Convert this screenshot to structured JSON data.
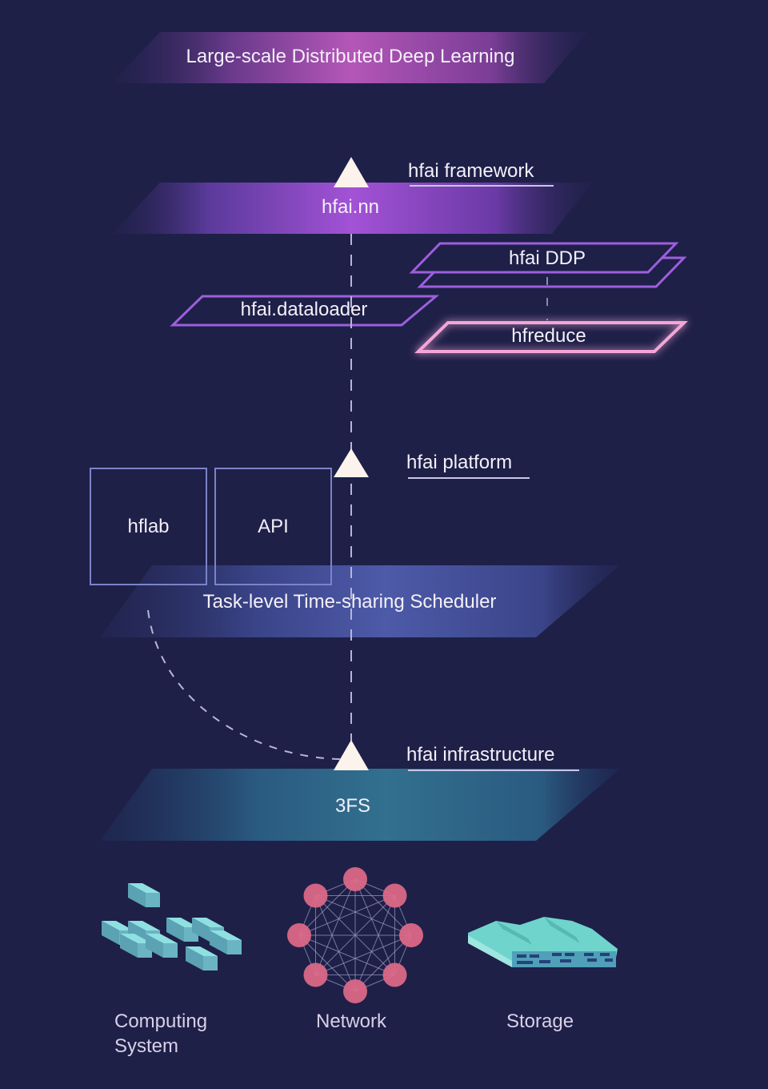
{
  "title": "Large-scale Distributed Deep Learning",
  "framework": {
    "section_label": "hfai framework",
    "main_layer": "hfai.nn",
    "components": {
      "ddp": "hfai DDP",
      "dataloader": "hfai.dataloader",
      "reduce": "hfreduce"
    }
  },
  "platform": {
    "section_label": "hfai platform",
    "boxes": [
      "hflab",
      "API"
    ],
    "scheduler": "Task-level Time-sharing Scheduler"
  },
  "infrastructure": {
    "section_label": "hfai infrastructure",
    "filesystem": "3FS"
  },
  "hardware": [
    {
      "label_line1": "Computing",
      "label_line2": "System",
      "icon": "server-blocks-icon"
    },
    {
      "label_line1": "Network",
      "label_line2": "",
      "icon": "network-mesh-icon"
    },
    {
      "label_line1": "Storage",
      "label_line2": "",
      "icon": "storage-array-icon"
    }
  ],
  "colors": {
    "background": "#1e2048",
    "framework_purple": "#9a4fd0",
    "title_magenta": "#b050b8",
    "reduce_pink": "#f0a0d0",
    "scheduler_blue": "#4a5aa0",
    "infra_teal": "#2f6a8e",
    "node_pink": "#e06a88",
    "block_cyan": "#6fc6cc"
  }
}
